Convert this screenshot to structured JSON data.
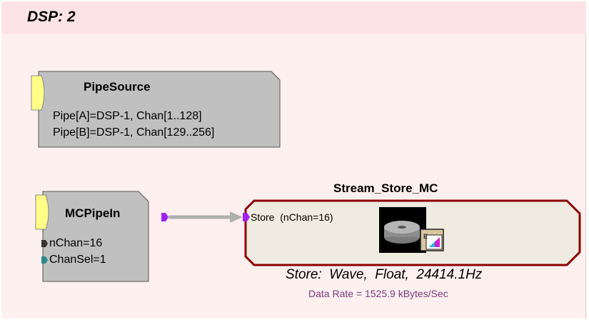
{
  "dsp": {
    "title": "DSP:  2"
  },
  "pipe_source": {
    "title": "PipeSource",
    "line1": "Pipe[A]=DSP-1, Chan[1..128]",
    "line2": "Pipe[B]=DSP-1, Chan[129..256]"
  },
  "mc_pipe_in": {
    "title": "MCPipeIn",
    "param1": "nChan=16",
    "param2": "ChanSel=1"
  },
  "stream_store": {
    "title": "Stream_Store_MC",
    "port_label": "Store  (nChan=16)",
    "format": "Store:  Wave,  Float,  24414.1Hz",
    "data_rate": "Data Rate = 1525.9 kBytes/Sec"
  },
  "colors": {
    "block_fill": "#c0c0c0",
    "port_yellow": "#ffff88",
    "store_border": "#8b0000",
    "store_fill": "#f0ebe0",
    "connector": "#b0b0b0",
    "port_purple": "#a020f0",
    "port_dark": "#333333",
    "port_teal": "#2a8a8a",
    "data_rate_text": "#7a3a7a"
  },
  "icons": [
    "hard-drive-icon",
    "export-icon"
  ]
}
